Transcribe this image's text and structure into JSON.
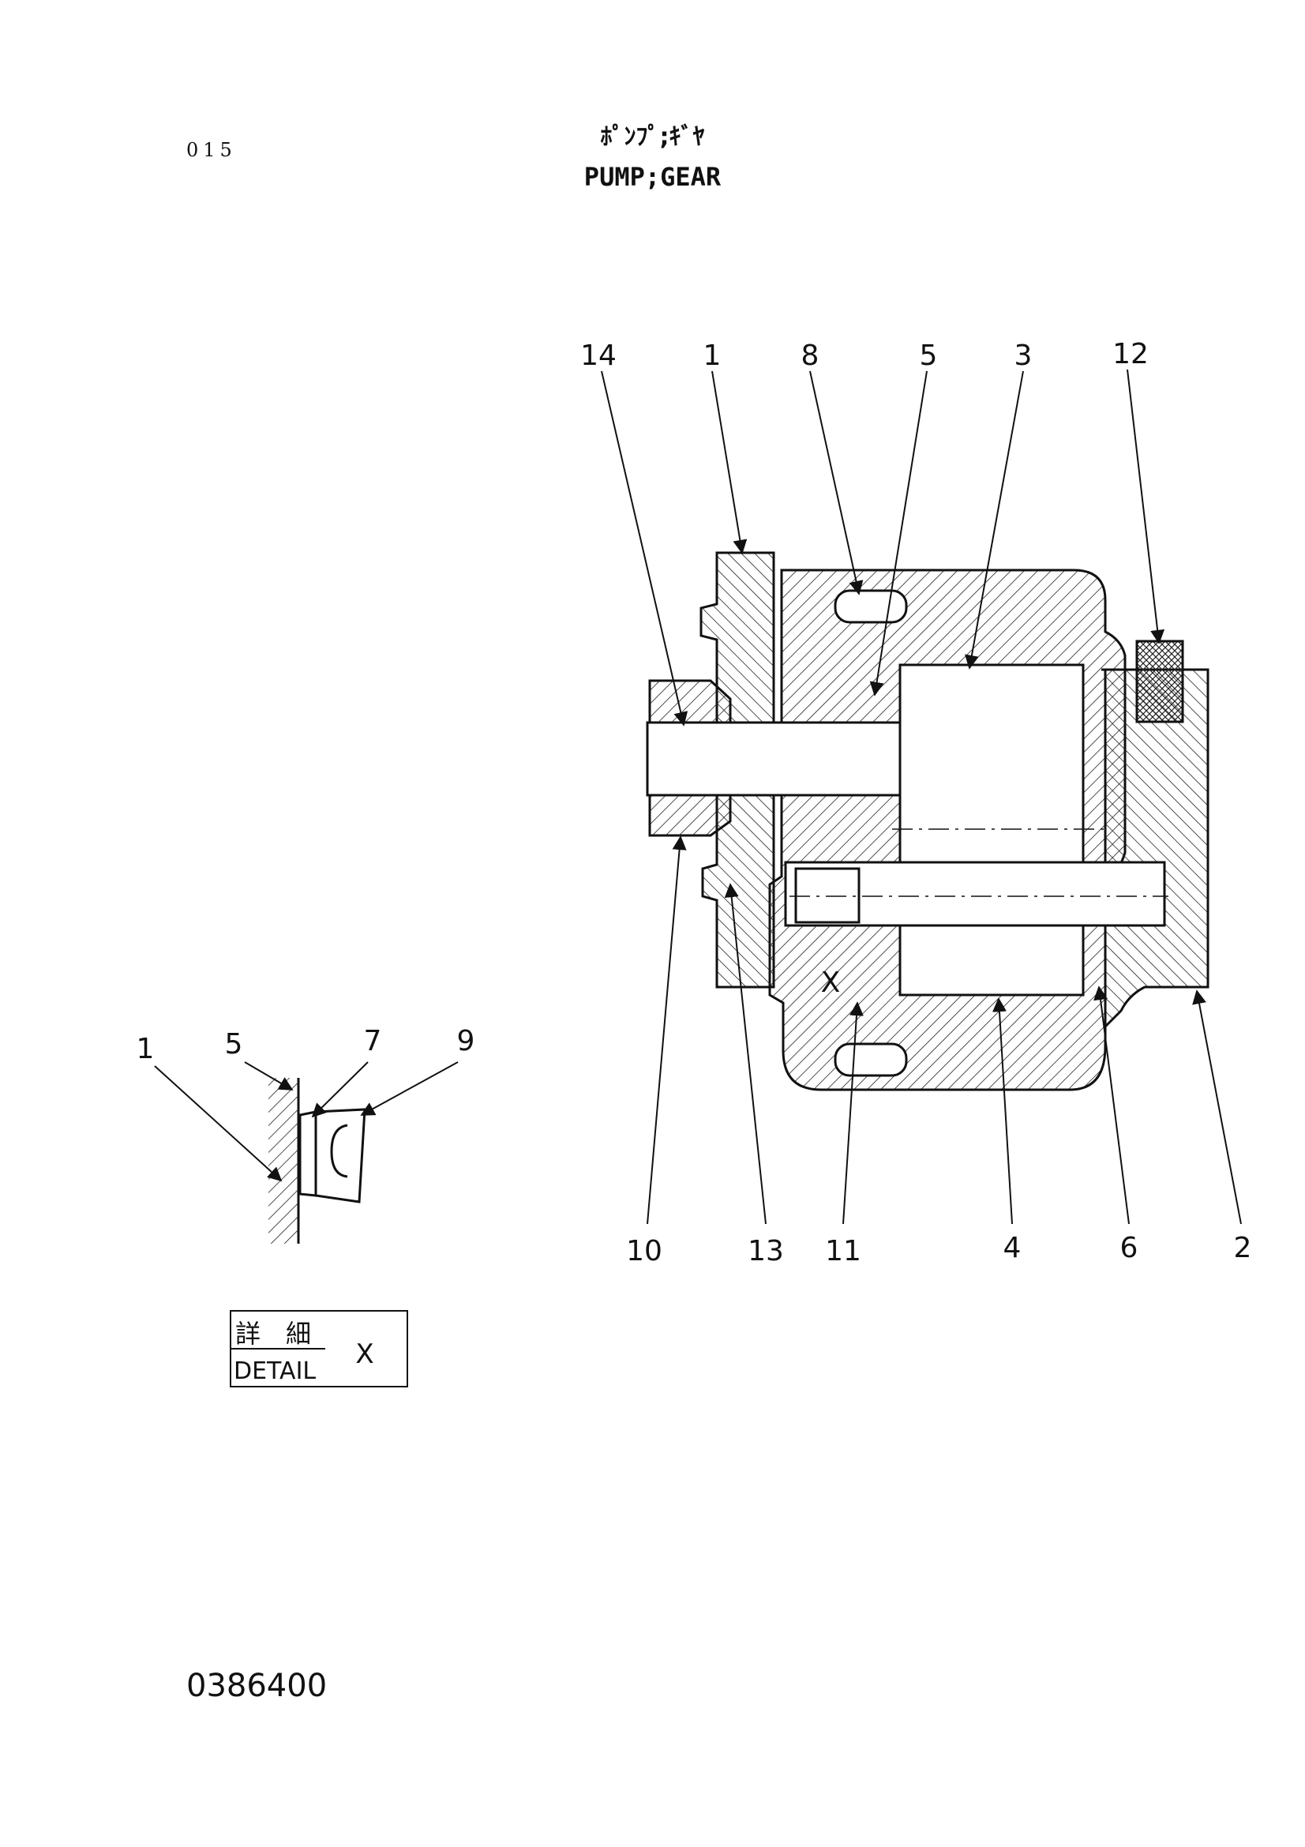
{
  "header": {
    "page_number": "015",
    "title_jp": "ﾎﾟﾝﾌﾟ;ｷﾞﾔ",
    "title_en": "PUMP;GEAR"
  },
  "callouts_main": [
    "14",
    "1",
    "8",
    "5",
    "3",
    "12",
    "10",
    "13",
    "11",
    "4",
    "6",
    "2"
  ],
  "callouts_detail": [
    "1",
    "5",
    "7",
    "9"
  ],
  "detail_box": {
    "label_jp": "詳　細",
    "label_en": "DETAIL",
    "ref": "X"
  },
  "section_marker": "X",
  "footer": {
    "drawing_number": "0386400"
  }
}
